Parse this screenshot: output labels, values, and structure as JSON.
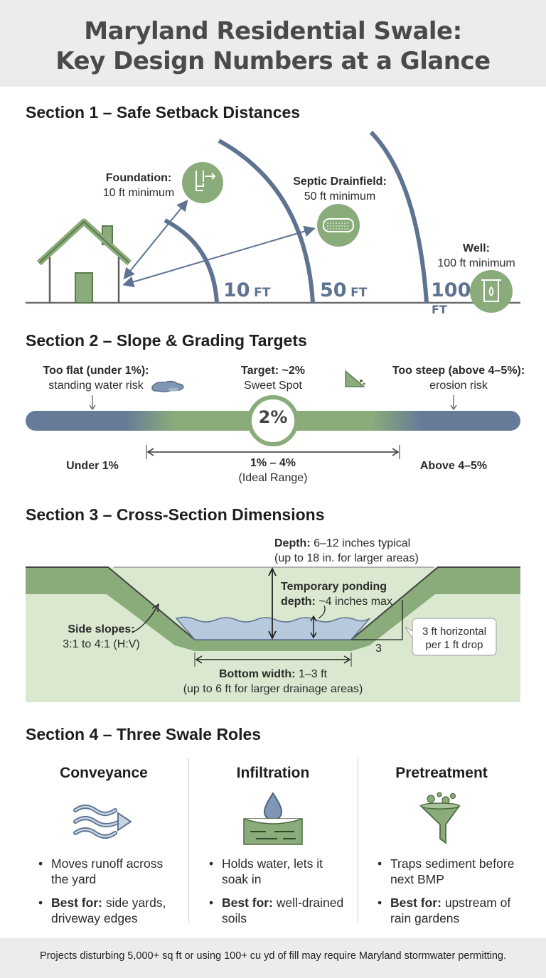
{
  "header": {
    "title_line1": "Maryland Residential Swale:",
    "title_line2": "Key Design Numbers at a Glance"
  },
  "section1": {
    "title": "Section 1 – Safe Setback Distances",
    "foundation": {
      "label": "Foundation:",
      "value": "10 ft minimum",
      "icon": "foundation-wall-icon"
    },
    "septic": {
      "label": "Septic Drainfield:",
      "value": "50 ft minimum",
      "icon": "septic-pipe-icon"
    },
    "well": {
      "label": "Well:",
      "value": "100 ft minimum",
      "icon": "well-icon"
    },
    "marks": [
      {
        "num": "10",
        "unit": "FT"
      },
      {
        "num": "50",
        "unit": "FT"
      },
      {
        "num": "100",
        "unit": "FT"
      }
    ],
    "colors": {
      "arc": "#5e7391",
      "green": "#8aab7a"
    }
  },
  "section2": {
    "title": "Section 2 – Slope & Grading Targets",
    "too_flat": {
      "label": "Too flat (under 1%):",
      "desc": "standing water risk"
    },
    "target": {
      "label": "Target: ~2%",
      "desc": "Sweet Spot"
    },
    "too_steep": {
      "label": "Too steep (above 4–5%):",
      "desc": "erosion risk"
    },
    "badge": "2%",
    "under": "Under 1%",
    "ideal_range": "1% – 4%",
    "ideal_label": "(Ideal Range)",
    "above": "Above 4–5%"
  },
  "section3": {
    "title": "Section 3 – Cross-Section Dimensions",
    "depth_label": "Depth:",
    "depth_value": "6–12 inches typical",
    "depth_note": "(up to 18 in. for larger areas)",
    "ponding_label": "Temporary ponding",
    "ponding_label2": "depth:",
    "ponding_value": "~4 inches max",
    "side_label": "Side slopes:",
    "side_value": "3:1 to 4:1 (H:V)",
    "bottom_label": "Bottom width:",
    "bottom_value": "1–3 ft",
    "bottom_note": "(up to 6 ft for larger drainage areas)",
    "ratio_num": "3",
    "ratio_note1": "3 ft horizontal",
    "ratio_note2": "per 1 ft drop"
  },
  "section4": {
    "title": "Section 4 – Three Swale Roles",
    "roles": [
      {
        "title": "Conveyance",
        "icon": "flow-arrows-icon",
        "b1": "Moves runoff across the yard",
        "b2_label": "Best for:",
        "b2_value": "side yards, driveway edges"
      },
      {
        "title": "Infiltration",
        "icon": "water-drop-soil-icon",
        "b1": "Holds water, lets it soak in",
        "b2_label": "Best for:",
        "b2_value": "well-drained soils"
      },
      {
        "title": "Pretreatment",
        "icon": "funnel-icon",
        "b1": "Traps sediment before next BMP",
        "b2_label": "Best for:",
        "b2_value": "upstream of rain gardens"
      }
    ]
  },
  "footer": {
    "note": "Projects disturbing 5,000+ sq ft or using 100+ cu yd of fill may require Maryland stormwater permitting."
  }
}
